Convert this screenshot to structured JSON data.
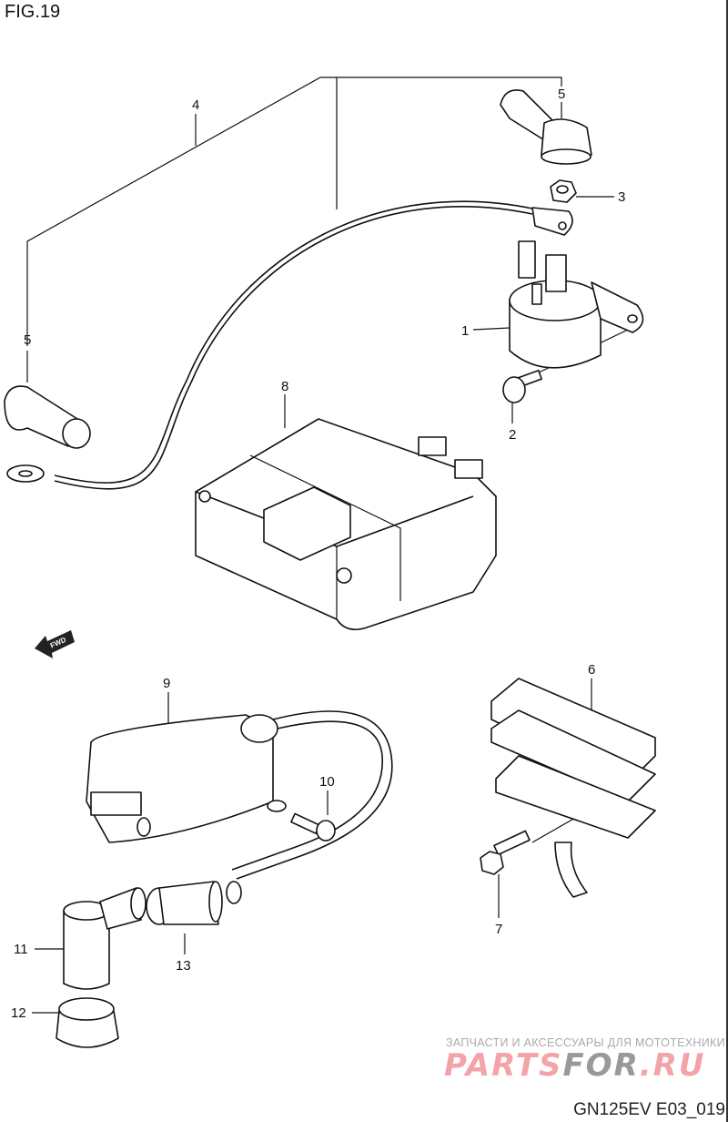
{
  "figure_title": "FIG.19",
  "diagram_code": "GN125EV E03_019",
  "watermark": {
    "tagline": "ЗАПЧАСТИ И АКСЕССУАРЫ ДЛЯ МОТОТЕХНИКИ",
    "logo_a": "PARTS",
    "logo_b": "FOR",
    "logo_c": ".RU"
  },
  "fwd_label": "FWD",
  "callouts": {
    "c1": "1",
    "c2": "2",
    "c3": "3",
    "c4": "4",
    "c5a": "5",
    "c5b": "5",
    "c6": "6",
    "c7": "7",
    "c8": "8",
    "c9": "9",
    "c10": "10",
    "c11": "11",
    "c12": "12",
    "c13": "13"
  }
}
